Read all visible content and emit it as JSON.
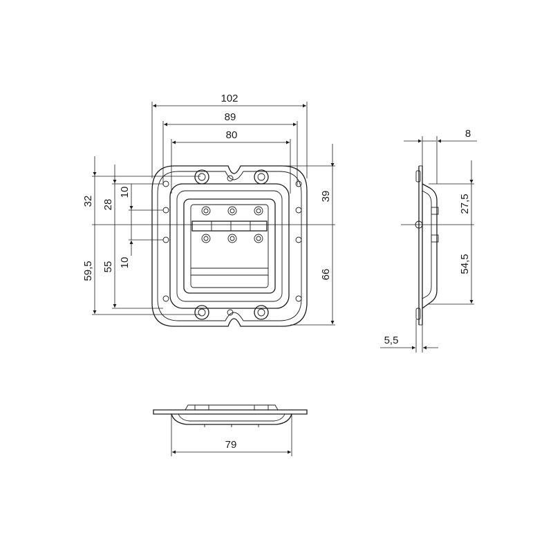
{
  "dimensions": {
    "front_width_overall": "102",
    "front_width_mid": "89",
    "front_width_inner": "80",
    "left_upper_outer": "32",
    "left_upper_mid": "28",
    "left_upper_inner": "10",
    "left_lower_outer": "59,5",
    "left_lower_mid": "55",
    "left_lower_inner": "10",
    "right_upper": "39",
    "right_lower": "66",
    "side_top_offset": "8",
    "side_upper": "27,5",
    "side_lower": "54,5",
    "side_depth": "5,5",
    "bottom_width": "79"
  }
}
